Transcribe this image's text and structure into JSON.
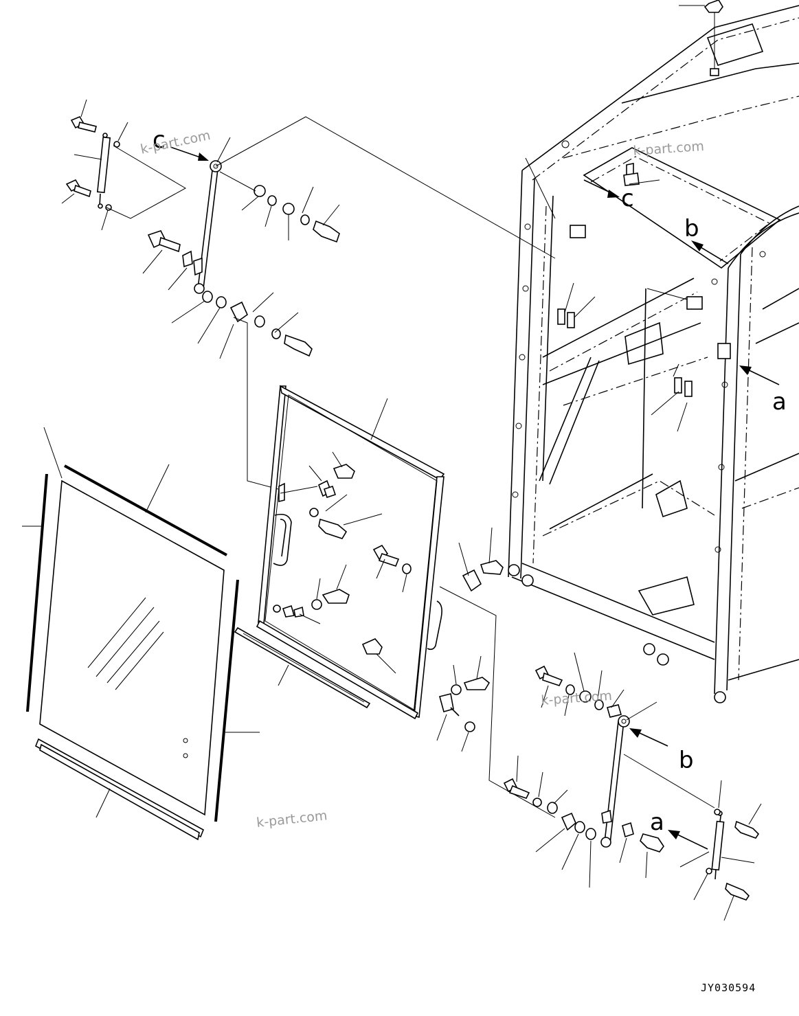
{
  "drawing": {
    "code": "JY030594",
    "watermarks": [
      "k-part.com",
      "k-part.com",
      "k-part.com",
      "k-part.com"
    ]
  },
  "view_labels": {
    "a_upper": "a",
    "a_lower": "a",
    "b_upper": "b",
    "b_lower": "b",
    "c_upper": "c",
    "c_left": "c"
  }
}
